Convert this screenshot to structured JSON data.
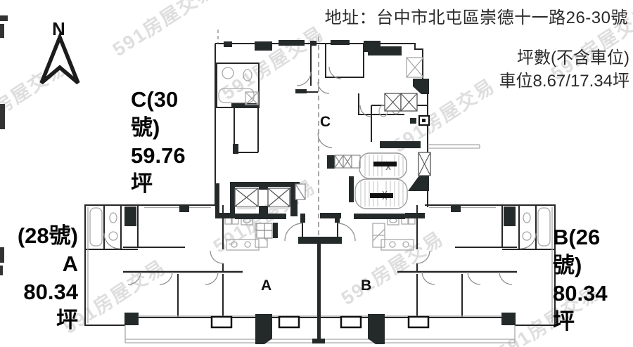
{
  "header": {
    "address": "地址：台中市北屯區崇德十一路26-30號",
    "area_note": "坪數(不含車位)",
    "parking_note": "車位8.67/17.34坪"
  },
  "compass": {
    "north_label": "N"
  },
  "units": {
    "c": {
      "plan_letter": "C",
      "label_lines": [
        "C(30",
        "號)",
        "59.76",
        "坪"
      ]
    },
    "a": {
      "plan_letter": "A",
      "label_lines": [
        "(28號)",
        "A",
        "80.34",
        "坪"
      ]
    },
    "b": {
      "plan_letter": "B",
      "label_lines": [
        "B(26",
        "號)",
        "80.34",
        "坪"
      ]
    }
  },
  "watermark": {
    "text": "591房屋交易"
  },
  "colors": {
    "wall": "#262626",
    "structure_fill": "#24292a",
    "light_line": "#a8a8a8",
    "watermark": "#c4c4c4",
    "text": "#2b2b2b"
  }
}
